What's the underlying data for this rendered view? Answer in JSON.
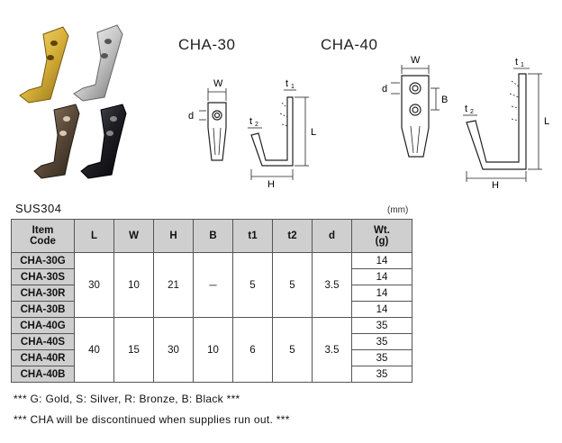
{
  "drawings": {
    "cha30_title": "CHA-30",
    "cha40_title": "CHA-40",
    "dim_w": "W",
    "dim_d": "d",
    "dim_t1": "t",
    "dim_t1_sub": "1",
    "dim_t2": "t",
    "dim_t2_sub": "2",
    "dim_l": "L",
    "dim_h": "H",
    "dim_b": "B"
  },
  "photo": {
    "finishes": [
      "Gold",
      "Silver",
      "Bronze",
      "Black"
    ],
    "colors": {
      "gold": "#d9b23a",
      "silver": "#c8c8c8",
      "bronze": "#5a4a3a",
      "black": "#1e1e24"
    }
  },
  "material": "SUS304",
  "unit": "(mm)",
  "table": {
    "headers": {
      "code_line1": "Item",
      "code_line2": "Code",
      "L": "L",
      "W": "W",
      "H": "H",
      "B": "B",
      "t1": "t1",
      "t2": "t2",
      "d": "d",
      "wt_line1": "Wt.",
      "wt_line2": "(g)"
    },
    "groups": [
      {
        "L": "30",
        "W": "10",
        "H": "21",
        "B": "－",
        "t1": "5",
        "t2": "5",
        "d": "3.5",
        "items": [
          {
            "code": "CHA-30G",
            "wt": "14"
          },
          {
            "code": "CHA-30S",
            "wt": "14"
          },
          {
            "code": "CHA-30R",
            "wt": "14"
          },
          {
            "code": "CHA-30B",
            "wt": "14"
          }
        ]
      },
      {
        "L": "40",
        "W": "15",
        "H": "30",
        "B": "10",
        "t1": "6",
        "t2": "5",
        "d": "3.5",
        "items": [
          {
            "code": "CHA-40G",
            "wt": "35"
          },
          {
            "code": "CHA-40S",
            "wt": "35"
          },
          {
            "code": "CHA-40R",
            "wt": "35"
          },
          {
            "code": "CHA-40B",
            "wt": "35"
          }
        ]
      }
    ]
  },
  "notes": {
    "colors": "*** G: Gold, S: Silver, R: Bronze, B: Black ***",
    "discontinued": "*** CHA will be discontinued when supplies run out. ***"
  }
}
